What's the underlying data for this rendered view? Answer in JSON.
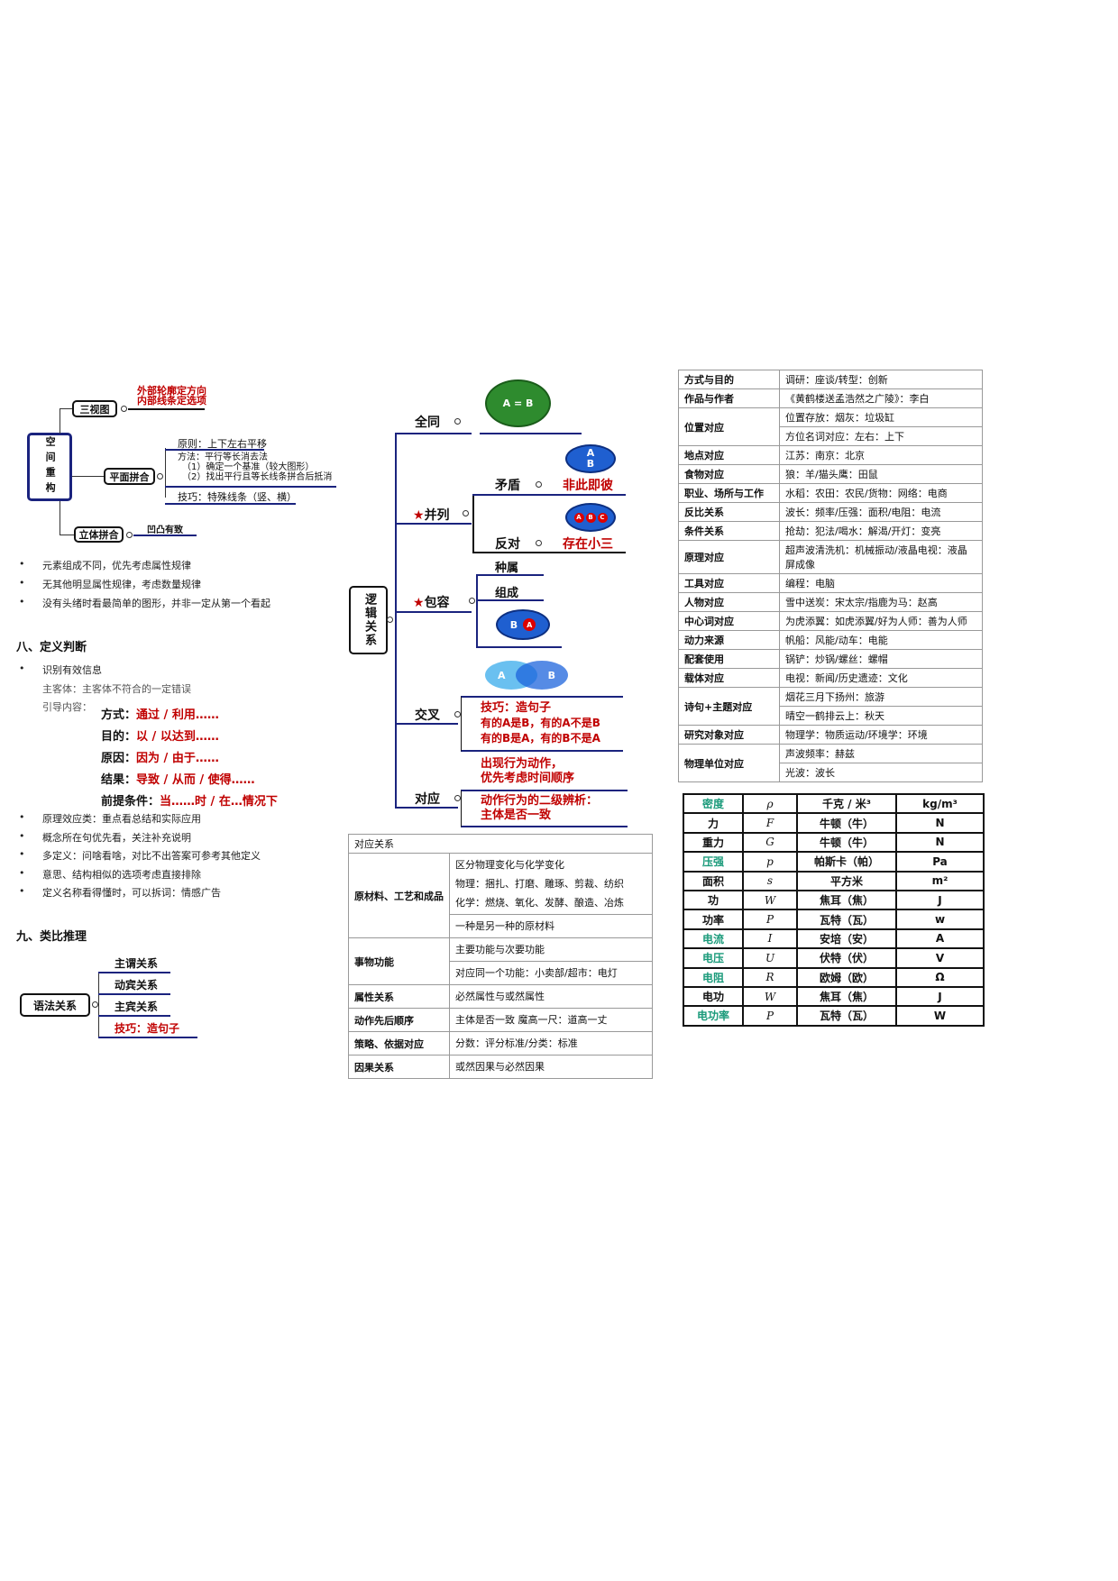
{
  "spatial": {
    "root": "空间重构",
    "three_view": {
      "label": "三视图",
      "note": [
        "外部轮廓定方向",
        "内部线条定选项"
      ]
    },
    "plane": {
      "label": "平面拼合",
      "principle": "原则：上下左右平移",
      "method": [
        "方法：平行等长消去法",
        "（1）确定一个基准（较大图形）",
        "（2）找出平行且等长线条拼合后抵消"
      ],
      "tip": "技巧：特殊线条（竖、横）"
    },
    "solid": {
      "label": "立体拼合",
      "note": "凹凸有致"
    }
  },
  "bullets_a": [
    "元素组成不同，优先考虑属性规律",
    "无其他明显属性规律，考虑数量规律",
    "没有头绪时看最简单的图形，并非一定从第一个看起"
  ],
  "definition": {
    "title": "八、定义判断",
    "bullet": "识别有效信息",
    "subject": "主客体：主客体不符合的一定错误",
    "guide_label": "引导内容：",
    "guides": [
      {
        "k": "方式：",
        "v": "通过 / 利用……"
      },
      {
        "k": "目的：",
        "v": "以 / 以达到……"
      },
      {
        "k": "原因：",
        "v": "因为 / 由于……"
      },
      {
        "k": "结果：",
        "v": "导致 / 从而 / 使得……"
      },
      {
        "k": "前提条件：",
        "v": "当……时 / 在…情况下"
      }
    ],
    "bullets": [
      "原理效应类：重点看总结和实际应用",
      "概念所在句优先看，关注补充说明",
      "多定义：问啥看啥，对比不出答案可参考其他定义",
      "意思、结构相似的选项考虑直接排除",
      "定义名称看得懂时，可以拆词：情感广告"
    ]
  },
  "analogy": {
    "title": "九、类比推理",
    "root": "语法关系",
    "items": [
      "主谓关系",
      "动宾关系",
      "主宾关系",
      "技巧：造句子"
    ]
  },
  "logic": {
    "root": "逻辑关系",
    "same": {
      "label": "全同",
      "diagram": "A = B"
    },
    "parallel": {
      "label": "并列",
      "contradict": "矛盾",
      "contradict_note": "非此即彼",
      "contrary": "反对",
      "contrary_note": "存在小三",
      "diagram1": [
        "A",
        "B"
      ],
      "diagram2": [
        "A",
        "B",
        "C"
      ]
    },
    "contain": {
      "label": "包容",
      "species": "种属",
      "composition": "组成",
      "diagram": [
        "B",
        "A"
      ]
    },
    "cross": {
      "label": "交叉",
      "diagram": [
        "A",
        "B"
      ],
      "note": [
        "技巧：造句子",
        "有的A是B，有的A不是B",
        "有的B是A，有的B不是A"
      ]
    },
    "correspond": {
      "label": "对应",
      "note1": [
        "出现行为动作，",
        "优先考虑时间顺序"
      ],
      "note2": [
        "动作行为的二级辨析：",
        "主体是否一致"
      ]
    }
  },
  "corr_table": {
    "header": "对应关系",
    "rows": [
      {
        "k": "原材料、工艺和成品",
        "v": [
          "区分物理变化与化学变化",
          "物理：捆扎、打磨、雕琢、剪裁、纺织",
          "化学：燃烧、氧化、发酵、酿造、冶炼"
        ]
      },
      {
        "k": "",
        "v": [
          "一种是另一种的原材料"
        ]
      },
      {
        "k": "事物功能",
        "v": [
          "主要功能与次要功能"
        ]
      },
      {
        "k": "",
        "v": [
          "对应同一个功能：小卖部/超市：电灯"
        ]
      },
      {
        "k": "属性关系",
        "v": [
          "必然属性与或然属性"
        ]
      },
      {
        "k": "动作先后顺序",
        "v": [
          "主体是否一致 魔高一尺：道高一丈"
        ]
      },
      {
        "k": "策略、依据对应",
        "v": [
          "分数：评分标准/分类：标准"
        ]
      },
      {
        "k": "因果关系",
        "v": [
          "或然因果与必然因果"
        ]
      }
    ]
  },
  "right_table": [
    {
      "k": "方式与目的",
      "v": [
        "调研：座谈/转型：创新"
      ]
    },
    {
      "k": "作品与作者",
      "v": [
        "《黄鹤楼送孟浩然之广陵》：李白"
      ]
    },
    {
      "k": "位置对应",
      "v": [
        "位置存放：烟灰：垃圾缸",
        "方位名词对应：左右：上下"
      ]
    },
    {
      "k": "地点对应",
      "v": [
        "江苏：南京：北京"
      ]
    },
    {
      "k": "食物对应",
      "v": [
        "狼：羊/猫头鹰：田鼠"
      ]
    },
    {
      "k": "职业、场所与工作",
      "v": [
        "水稻：农田：农民/货物：网络：电商"
      ]
    },
    {
      "k": "反比关系",
      "v": [
        "波长：频率/压强：面积/电阻：电流"
      ]
    },
    {
      "k": "条件关系",
      "v": [
        "抢劫：犯法/喝水：解渴/开灯：变亮"
      ]
    },
    {
      "k": "原理对应",
      "v": [
        "超声波清洗机：机械振动/液晶电视：液晶屏成像"
      ]
    },
    {
      "k": "工具对应",
      "v": [
        "编程：电脑"
      ]
    },
    {
      "k": "人物对应",
      "v": [
        "雪中送炭：宋太宗/指鹿为马：赵高"
      ]
    },
    {
      "k": "中心词对应",
      "v": [
        "为虎添翼：如虎添翼/好为人师：善为人师"
      ]
    },
    {
      "k": "动力来源",
      "v": [
        "帆船：风能/动车：电能"
      ]
    },
    {
      "k": "配套使用",
      "v": [
        "锅铲：炒锅/螺丝：螺帽"
      ]
    },
    {
      "k": "载体对应",
      "v": [
        "电视：新闻/历史遗迹：文化"
      ]
    },
    {
      "k": "诗句+主题对应",
      "v": [
        "烟花三月下扬州：旅游",
        "晴空一鹤排云上：秋天"
      ]
    },
    {
      "k": "研究对象对应",
      "v": [
        "物理学：物质运动/环境学：环境"
      ]
    },
    {
      "k": "物理单位对应",
      "v": [
        "声波频率：赫兹",
        "光波：波长"
      ]
    }
  ],
  "units_table": [
    {
      "q": "密度",
      "s": "ρ",
      "u": "千克 / 米³",
      "si": "kg/m³",
      "hl": true
    },
    {
      "q": "力",
      "s": "F",
      "u": "牛顿（牛）",
      "si": "N",
      "hl": false
    },
    {
      "q": "重力",
      "s": "G",
      "u": "牛顿（牛）",
      "si": "N",
      "hl": false
    },
    {
      "q": "压强",
      "s": "p",
      "u": "帕斯卡（帕）",
      "si": "Pa",
      "hl": true
    },
    {
      "q": "面积",
      "s": "s",
      "u": "平方米",
      "si": "m²",
      "hl": false
    },
    {
      "q": "功",
      "s": "W",
      "u": "焦耳（焦）",
      "si": "J",
      "hl": false
    },
    {
      "q": "功率",
      "s": "P",
      "u": "瓦特（瓦）",
      "si": "w",
      "hl": false
    },
    {
      "q": "电流",
      "s": "I",
      "u": "安培（安）",
      "si": "A",
      "hl": true
    },
    {
      "q": "电压",
      "s": "U",
      "u": "伏特（伏）",
      "si": "V",
      "hl": true
    },
    {
      "q": "电阻",
      "s": "R",
      "u": "欧姆（欧）",
      "si": "Ω",
      "hl": true
    },
    {
      "q": "电功",
      "s": "W",
      "u": "焦耳（焦）",
      "si": "J",
      "hl": false
    },
    {
      "q": "电功率",
      "s": "P",
      "u": "瓦特（瓦）",
      "si": "W",
      "hl": true
    }
  ],
  "colors": {
    "red": "#c00000",
    "navy": "#1a237e",
    "green": "#2e8b2e",
    "blue": "#1f5fd0",
    "teal": "#1a9a7a"
  }
}
